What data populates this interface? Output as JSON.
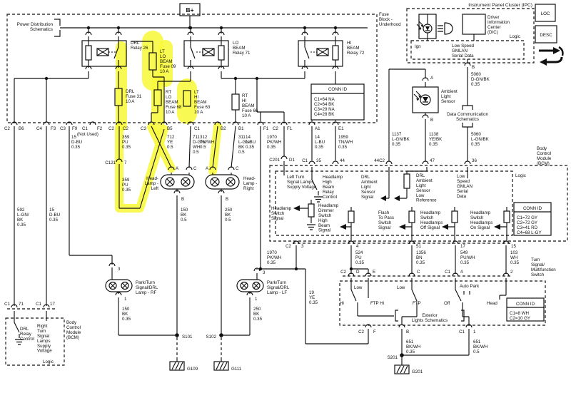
{
  "power": {
    "b_plus": "B+",
    "distribution": "Power Distribution\nSchematics"
  },
  "fuse_block": {
    "label": "Fuse\nBlock -\nUnderhood",
    "conn_id_title": "CONN ID",
    "conn_id": "C1=64 NA\nC2=64 BK\nC3=29 NA\nC4=28 BK",
    "pins": {
      "p1l": "C2",
      "p1r": "B6",
      "p2l": "C4",
      "p2r": "F3",
      "p3l": "C3",
      "p3r": "F9",
      "p4l": "C1",
      "p4r": "F2",
      "not_used": "(Not Used)",
      "p5l": "C2",
      "p5r": "C2",
      "p6l": "C3",
      "p6r": "B5",
      "p7": "C1",
      "p8": "B2",
      "p9": "B1",
      "p10": "F1",
      "p11l": "C2",
      "p11r": "F1",
      "p12": "A1",
      "p13": "E1"
    }
  },
  "relays": {
    "drl": "DRL\nRelay 26",
    "lo_beam": "LO\nBEAM\nRelay 71",
    "hi_beam": "HI\nBEAM\nRelay 72"
  },
  "fuses": {
    "lt_lo": "LT\nLO\nBEAM\nFuse 09\n10 A",
    "drl": "DRL\nFuse 31\n10 A",
    "rt_lo": "RT\nLO\nBEAM\nFuse 68\n10 A",
    "lt_hi": "LT\nHI\nBEAM\nFuse 63\n10 A",
    "rt_hi": "RT\nHI\nBEAM\nFuse 66\n10 A"
  },
  "ipc": {
    "title": "Instrument Panel Cluster (IPC)",
    "dic": "Driver\nInformation\nCenter\n(DIC)",
    "logic": "Logic",
    "ign": "Ign",
    "gmlan": "Low Speed\nGMLAN\nSerial Data",
    "pin_b": "B",
    "loc": "LOC",
    "desc": "DESC"
  },
  "sensor": {
    "label": "Ambient\nLight\nSensor",
    "pin_a": "A",
    "pin_b": "B",
    "data_comm": "Data Communication\nSchematics"
  },
  "wires": {
    "w15a": "15\nD-BU\n0.35",
    "w359a": "359\nPU\n0.35",
    "w359b": "359\nPU\n0.35",
    "w712": "712\nYE\n0.5",
    "w711": "711\nD-GN/\nWH\n0.5",
    "w312": "312\nTN/WH\n0.5",
    "w311": "311\nL-GN/\nBK\n0.5",
    "w14a": "14\nL-BU\n0.35",
    "w1970a": "1970\nPK/WH\n0.35",
    "w14b": "14\nL-BU\n0.35",
    "w1959": "1959\nTN/WH\n0.35",
    "w592": "592\nL-GN/\nBK\n0.35",
    "w15b": "15\nD-BU\n0.35",
    "w1137": "1137\nL-GN/BK\n0.35",
    "w1138": "1138\nYE/BK\n0.35",
    "w5060a": "5060\nD-GN/BK\n0.35",
    "w5060b": "5060\nL-GN/BK\n0.35",
    "w150a": "150\nBK\n0.5",
    "w250a": "250\nBK\n0.5",
    "w150b": "150\nBK\n0.35",
    "w250b": "250\nBK\n0.35",
    "w1970b": "1970\nPK/WH\n0.35",
    "w524": "524\nPU\n0.35",
    "w1356": "1356\nBN\n0.35",
    "w549": "549\nPU/WH\n0.35",
    "w103": "103\nWH\n0.35",
    "w19": "19\nYE\n0.35",
    "w651a": "651\nBK/WH\n0.35",
    "w651b": "651\nBK/WH\n0.5"
  },
  "connectors": {
    "c121": "C121",
    "c121_pin": "7",
    "c201": "C201",
    "c201_pin": "D1",
    "bcm_c1": "C1",
    "bcm_35": "35",
    "bcm_44": "44",
    "bcm_44c2": "44C2",
    "bcm_47": "47",
    "bcm_36": "36"
  },
  "bcm": {
    "label": "Body\nControl\nModule\n(BCM)",
    "logic": "Logic",
    "conn_id_title": "CONN ID",
    "conn_id": "C1=72 GY\nC2=72 GY\nC3=41 RD\nC4=68 L-GY",
    "left_turn": "Left Turn\nSignal Lamps\nSupply Voltage",
    "high_beam_ctl": "Headlamp\nHigh\nBeam\nRelay\nControl",
    "als_signal": "DRL\nAmbient\nLight\nSensor\nSignal",
    "als_low_ref": "DRL\nAmbient\nLight\nSensor\nLow\nReference",
    "gmlan": "Low\nSpeed\nGMLAN\nSerial\nData",
    "hl_switch": "Headlamp\nSwitch\nSignal",
    "dimmer": "Headlamp\nDimmer\nSwitch\nHigh\nBeam\nSignal",
    "flash": "Flash\nTo Pass\nSwitch\nSignal",
    "off_sig": "Headlamp\nSwitch\nHeadlamps\nOff Signal",
    "on_sig": "Headlamp\nSwitch\nHeadlamps\nOn Signal",
    "pins": {
      "c2": "C2",
      "p3": "3",
      "p4": "4",
      "p51": "51",
      "p17": "17",
      "p15": "15"
    }
  },
  "bcm_left": {
    "label": "Body\nControl\nModule\n(BCM)",
    "logic": "Logic",
    "drl_ctl": "DRL\nRelay\nControl",
    "rt_supply": "Right\nTurn\nSignal\nLamps\nSupply\nVoltage",
    "pins": {
      "c1a": "C1",
      "p71": "71",
      "c1b": "C1",
      "p17": "17"
    }
  },
  "headlamps": {
    "left": "Head-\nLamp -\nLeft",
    "right": "Head-\nLamp -\nRight",
    "la": "A",
    "lc": "C",
    "lb": "B",
    "ra": "A",
    "rc": "C",
    "rb": "B"
  },
  "park_lamps": {
    "rf": "Park/Turn\nSignal/DRL\nLamp - RF",
    "lf": "Park/Turn\nSignal/DRL\nLamp - LF",
    "rf3": "3",
    "rf1": "1",
    "lf3": "3",
    "lf1": "1"
  },
  "turn_switch": {
    "label": "Turn\nSignal/\nMultifunction\nSwitch",
    "conn_id_title": "CONN ID",
    "conn_id": "C1=8 WH\nC2=10 GY",
    "low1": "Low",
    "hi": "Hi",
    "ftp_hi": "FTP Hi",
    "low2": "Low",
    "ftp": "FTP",
    "off": "Off",
    "auto_park": "Auto Park",
    "head": "Head",
    "ext": "Exterior\nLights Schematics",
    "pins": {
      "c2": "C2",
      "d": "D",
      "e": "E",
      "c": "C",
      "c1": "C1",
      "p4": "4",
      "p2": "2"
    },
    "bpins": {
      "c2": "C2",
      "f": "F",
      "b": "B",
      "c1": "C1",
      "p1": "1"
    }
  },
  "splices": {
    "s101": "S101",
    "s102": "S102",
    "s201": "S201"
  },
  "grounds": {
    "g109": "G109",
    "g111": "G111",
    "g201": "G201"
  }
}
